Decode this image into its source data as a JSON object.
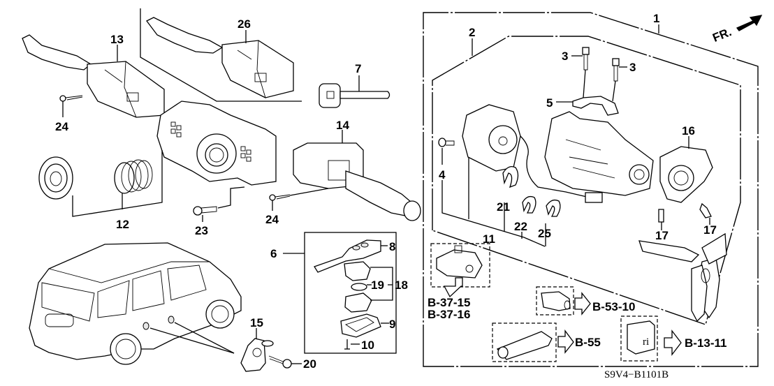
{
  "diagram": {
    "code": "S9V4−B1101B",
    "direction_label": "FR.",
    "callouts": [
      {
        "id": "c1",
        "label": "1"
      },
      {
        "id": "c2",
        "label": "2"
      },
      {
        "id": "c3a",
        "label": "3"
      },
      {
        "id": "c3b",
        "label": "3"
      },
      {
        "id": "c4",
        "label": "4"
      },
      {
        "id": "c5",
        "label": "5"
      },
      {
        "id": "c6",
        "label": "6"
      },
      {
        "id": "c7",
        "label": "7"
      },
      {
        "id": "c8",
        "label": "8"
      },
      {
        "id": "c9",
        "label": "9"
      },
      {
        "id": "c10",
        "label": "10"
      },
      {
        "id": "c11",
        "label": "11"
      },
      {
        "id": "c12",
        "label": "12"
      },
      {
        "id": "c13",
        "label": "13"
      },
      {
        "id": "c14",
        "label": "14"
      },
      {
        "id": "c15",
        "label": "15"
      },
      {
        "id": "c16",
        "label": "16"
      },
      {
        "id": "c17a",
        "label": "17"
      },
      {
        "id": "c17b",
        "label": "17"
      },
      {
        "id": "c18",
        "label": "18"
      },
      {
        "id": "c19",
        "label": "19"
      },
      {
        "id": "c20",
        "label": "20"
      },
      {
        "id": "c21",
        "label": "21"
      },
      {
        "id": "c22",
        "label": "22"
      },
      {
        "id": "c23",
        "label": "23"
      },
      {
        "id": "c24a",
        "label": "24"
      },
      {
        "id": "c24b",
        "label": "24"
      },
      {
        "id": "c25",
        "label": "25"
      },
      {
        "id": "c26",
        "label": "26"
      }
    ],
    "references": [
      {
        "id": "r1",
        "label": "B-37-15"
      },
      {
        "id": "r2",
        "label": "B-37-16"
      },
      {
        "id": "r3",
        "label": "B-53-10"
      },
      {
        "id": "r4",
        "label": "B-55"
      },
      {
        "id": "r5",
        "label": "B-13-11"
      }
    ]
  }
}
